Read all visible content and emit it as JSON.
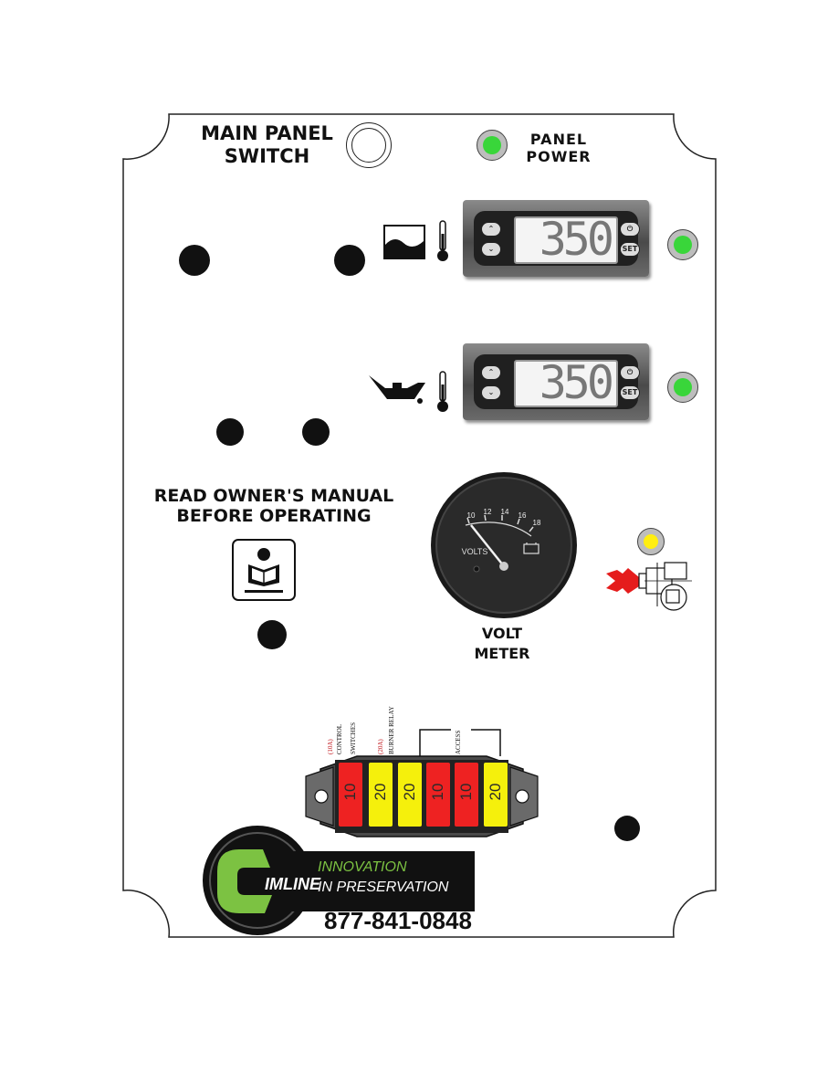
{
  "panel": {
    "main_switch_label_line1": "MAIN PANEL",
    "main_switch_label_line2": "SWITCH",
    "panel_power_label_line1": "PANEL",
    "panel_power_label_line2": "POWER",
    "lamp_colors": {
      "green": "#39d63a",
      "yellow": "#ffee10"
    }
  },
  "controllers": [
    {
      "display_value": "350",
      "up_icon": "chevron-up-icon",
      "down_icon": "chevron-down-icon",
      "power_icon": "power-icon",
      "set_label": "SET",
      "sensor_icon": "tank-temperature-icon"
    },
    {
      "display_value": "350",
      "up_icon": "chevron-up-icon",
      "down_icon": "chevron-down-icon",
      "power_icon": "power-icon",
      "set_label": "SET",
      "sensor_icon": "oil-temperature-icon"
    }
  ],
  "manual": {
    "line1": "READ OWNER'S MANUAL",
    "line2": "BEFORE OPERATING",
    "icon": "read-manual-icon"
  },
  "voltmeter": {
    "scale_labels": [
      "10",
      "12",
      "14",
      "16",
      "18"
    ],
    "face_label": "VOLTS",
    "reading": 10,
    "label_line1": "VOLT",
    "label_line2": "METER",
    "battery_icon": "battery-icon"
  },
  "burner": {
    "lamp_color": "yellow",
    "icon": "burner-flame-icon"
  },
  "fuse_block": {
    "labels": {
      "rating1": "(10A)",
      "control": "CONTROL",
      "switches": "SWITCHES",
      "rating2": "(20A)",
      "burner_relay": "BURNER RELAY",
      "access": "ACCESS"
    },
    "fuses": [
      {
        "value": "10",
        "color": "#ee2222"
      },
      {
        "value": "20",
        "color": "#f5f00c"
      },
      {
        "value": "20",
        "color": "#f5f00c"
      },
      {
        "value": "10",
        "color": "#ee2222"
      },
      {
        "value": "10",
        "color": "#ee2222"
      },
      {
        "value": "20",
        "color": "#f5f00c"
      }
    ]
  },
  "brand": {
    "logo_letter": "C",
    "name": "IMLINE",
    "tagline_line1": "INNOVATION",
    "tagline_line2": "IN PRESERVATION",
    "phone": "877-841-0848",
    "accent_color": "#7cc242"
  }
}
